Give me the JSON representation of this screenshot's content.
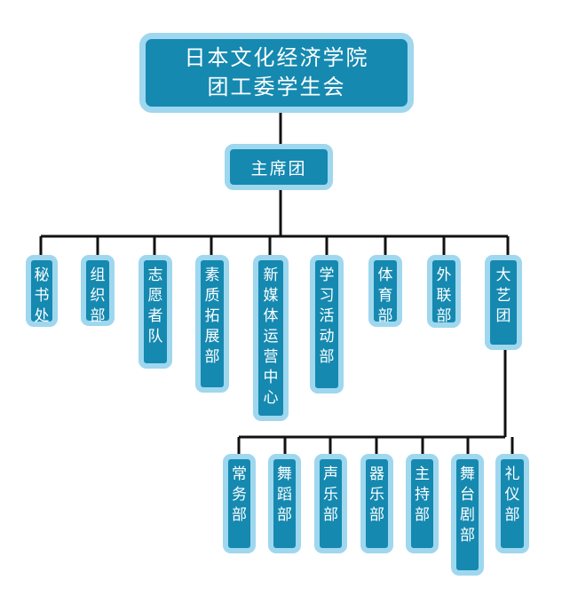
{
  "root": {
    "line1": "日本文化经济学院",
    "line2": "团工委学生会"
  },
  "presidium": "主席团",
  "departments": [
    {
      "id": "secretariat",
      "label": "秘书处"
    },
    {
      "id": "organization",
      "label": "组织部"
    },
    {
      "id": "volunteers",
      "label": "志愿者队"
    },
    {
      "id": "quality",
      "label": "素质拓展部"
    },
    {
      "id": "new-media",
      "label": "新媒体运营中心"
    },
    {
      "id": "study",
      "label": "学习活动部"
    },
    {
      "id": "sports",
      "label": "体育部"
    },
    {
      "id": "external",
      "label": "外联部"
    },
    {
      "id": "art-troupe",
      "label": "大艺团"
    }
  ],
  "art_troupe_subunits": [
    {
      "id": "standing",
      "label": "常务部"
    },
    {
      "id": "dance",
      "label": "舞蹈部"
    },
    {
      "id": "vocal",
      "label": "声乐部"
    },
    {
      "id": "instrumental",
      "label": "器乐部"
    },
    {
      "id": "host",
      "label": "主持部"
    },
    {
      "id": "stage-drama",
      "label": "舞台剧部"
    },
    {
      "id": "etiquette",
      "label": "礼仪部"
    }
  ]
}
